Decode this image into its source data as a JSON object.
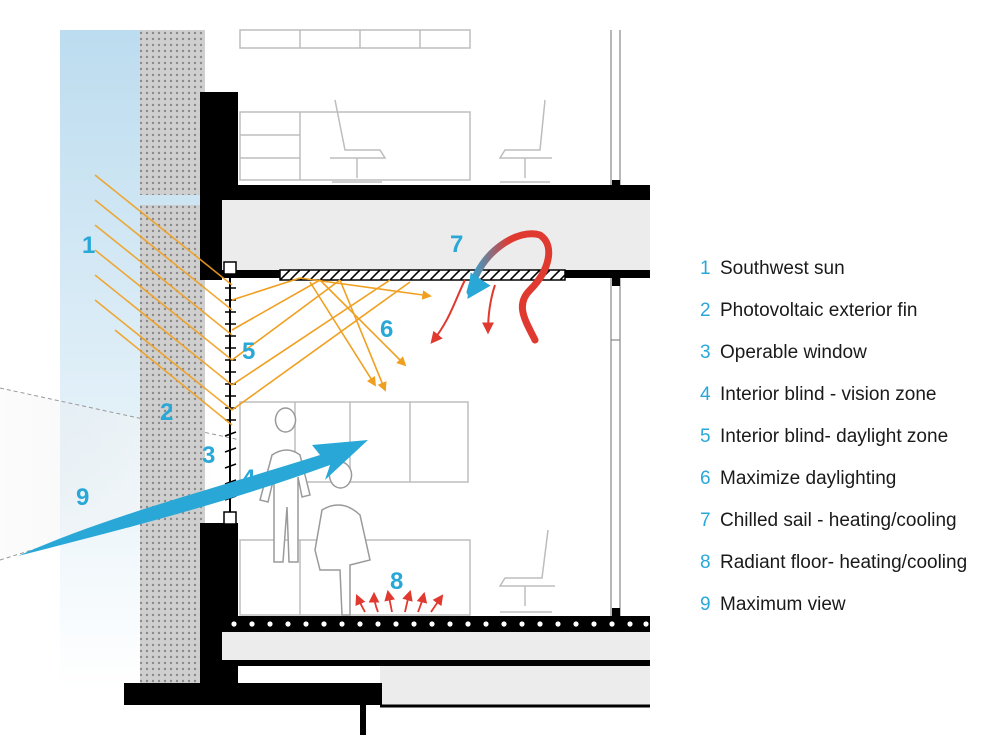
{
  "colors": {
    "accent": "#29a8d8",
    "sun_ray": "#f0a020",
    "heat_red": "#e03a30",
    "structure": "#000000",
    "slab": "#ececec",
    "fin": "#c9c9c9",
    "furniture_line": "#bdbdbd",
    "sky": "#cfe6f3"
  },
  "callouts": [
    {
      "id": "1",
      "text": "1"
    },
    {
      "id": "2",
      "text": "2"
    },
    {
      "id": "3",
      "text": "3"
    },
    {
      "id": "4",
      "text": "4"
    },
    {
      "id": "5",
      "text": "5"
    },
    {
      "id": "6",
      "text": "6"
    },
    {
      "id": "7",
      "text": "7"
    },
    {
      "id": "8",
      "text": "8"
    },
    {
      "id": "9",
      "text": "9"
    }
  ],
  "legend": [
    {
      "num": "1",
      "label": "Southwest sun"
    },
    {
      "num": "2",
      "label": "Photovoltaic exterior fin"
    },
    {
      "num": "3",
      "label": "Operable window"
    },
    {
      "num": "4",
      "label": "Interior blind - vision zone"
    },
    {
      "num": "5",
      "label": "Interior blind- daylight zone"
    },
    {
      "num": "6",
      "label": "Maximize daylighting"
    },
    {
      "num": "7",
      "label": "Chilled sail - heating/cooling"
    },
    {
      "num": "8",
      "label": "Radiant floor- heating/cooling"
    },
    {
      "num": "9",
      "label": "Maximum view"
    }
  ]
}
